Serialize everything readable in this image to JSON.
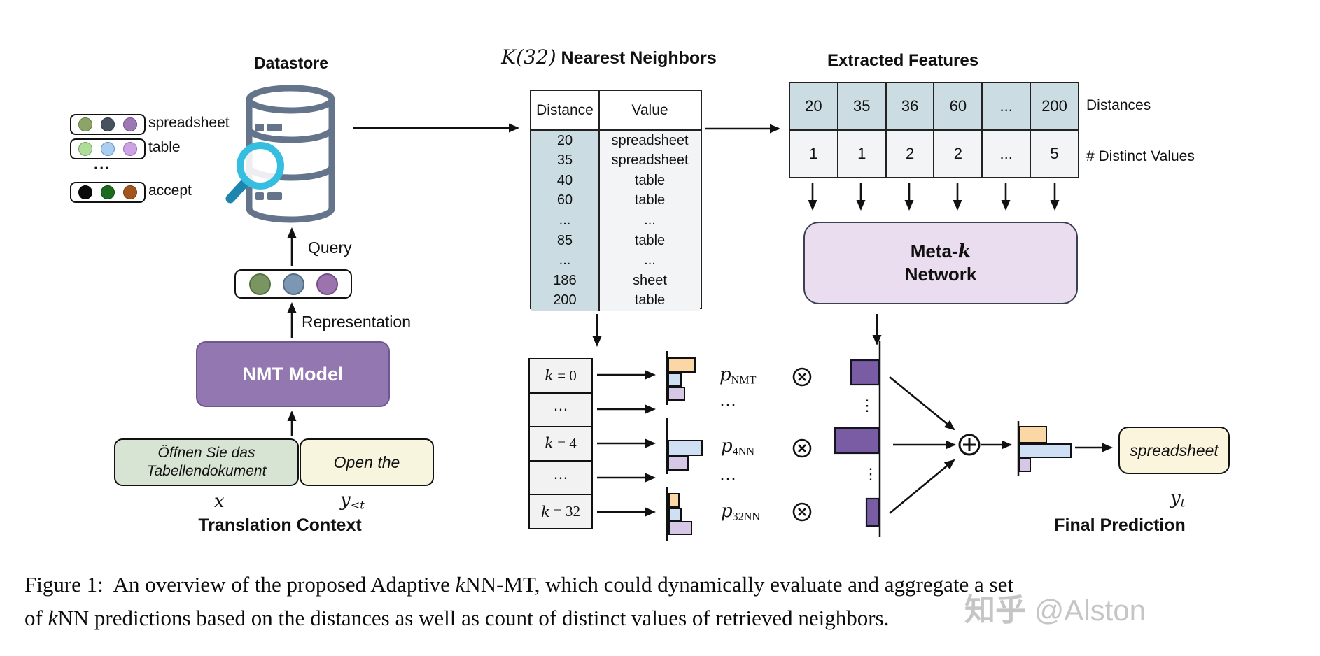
{
  "datastore": {
    "title": "Datastore",
    "token_rows": [
      {
        "label": "spreadsheet",
        "colors": [
          "#8CA468",
          "#47525E",
          "#9E77B5"
        ]
      },
      {
        "label": "table",
        "colors": [
          "#AEDC9A",
          "#A9CEEF",
          "#CDA3E3"
        ]
      },
      {
        "label": "accept",
        "colors": [
          "#0B0B0B",
          "#1D6B1F",
          "#A4551D"
        ]
      }
    ],
    "ellipsis": "...",
    "query_label": "Query",
    "representation_label": "Representation",
    "representation_colors": [
      "#7A9660",
      "#7B97B3",
      "#9B74AE"
    ],
    "nmt_model_label": "NMT Model",
    "source_box": {
      "line1": "Öffnen Sie das",
      "line2": "Tabellendokument"
    },
    "target_box": "Open the",
    "x_label": "x",
    "y_prev_label": {
      "base": "y",
      "sub": "<t"
    },
    "context_label": "Translation Context"
  },
  "neighbors": {
    "title_math": "K(32)",
    "title_text": " Nearest Neighbors",
    "header": [
      "Distance",
      "Value"
    ],
    "rows": [
      [
        "20",
        "spreadsheet"
      ],
      [
        "35",
        "spreadsheet"
      ],
      [
        "40",
        "table"
      ],
      [
        "60",
        "table"
      ],
      [
        "...",
        "..."
      ],
      [
        "85",
        "table"
      ],
      [
        "...",
        "..."
      ],
      [
        "186",
        "sheet"
      ],
      [
        "200",
        "table"
      ]
    ]
  },
  "features": {
    "title": "Extracted Features",
    "distances": [
      "20",
      "35",
      "36",
      "60",
      "...",
      "200"
    ],
    "distinct_values": [
      "1",
      "1",
      "2",
      "2",
      "...",
      "5"
    ],
    "row_labels": [
      "Distances",
      "# Distinct Values"
    ],
    "meta_network": {
      "line1_prefix": "Meta-",
      "line1_math": "k",
      "line2": "Network"
    }
  },
  "aggregation": {
    "k_cells": [
      {
        "v": "k",
        "r": " = 0"
      },
      {
        "r": "⋯"
      },
      {
        "v": "k",
        "r": " = 4"
      },
      {
        "r": "⋯"
      },
      {
        "v": "k",
        "r": " = 32"
      }
    ],
    "p_labels": [
      {
        "base": "p",
        "sub": "NMT"
      },
      {
        "base": "p",
        "sub": "4NN"
      },
      {
        "base": "p",
        "sub": "32NN"
      }
    ],
    "dots": "⋯",
    "vdots": "⋮",
    "distributions": {
      "p_nmt": {
        "orange": 38,
        "blue": 18,
        "purple": 23
      },
      "p_4nn": {
        "orange": 0,
        "blue": 48,
        "purple": 28
      },
      "p_32nn": {
        "orange": 14,
        "blue": 17,
        "purple": 32
      },
      "weights": [
        40,
        63,
        18
      ],
      "final": {
        "orange": 38,
        "blue": 73,
        "purple": 15
      }
    }
  },
  "final": {
    "word": "spreadsheet",
    "y_label": {
      "base": "y",
      "sub": "t"
    },
    "label": "Final Prediction"
  },
  "caption": {
    "line1_a": "Figure 1:  An overview of the proposed Adaptive ",
    "line1_k": "k",
    "line1_b": "NN-MT, which could dynamically evaluate and aggregate a set",
    "line2_a": "of ",
    "line2_k": "k",
    "line2_b": "NN predictions based on the distances as well as count of distinct values of retrieved neighbors."
  },
  "watermark": {
    "cjk": "知乎",
    "handle": " @Alston"
  },
  "colors": {
    "db_slate": "#64748B",
    "magnifier_cyan": "#35BEE0",
    "magnifier_handle": "#1E85AE",
    "nmt_purple": "#9277B0",
    "meta_lavender": "#E9DDEF",
    "header_teal": "#CBDCE3",
    "cell_gray": "#F3F4F5",
    "bar_orange": "#FAD7A5",
    "bar_blue": "#CFE0F5",
    "bar_purple": "#D7C7E7",
    "weight_purple": "#7A5CA5",
    "box_green": "#D8E4D3",
    "box_cream": "#F8F5DF",
    "watermark_gray": "#BCBCBC"
  }
}
